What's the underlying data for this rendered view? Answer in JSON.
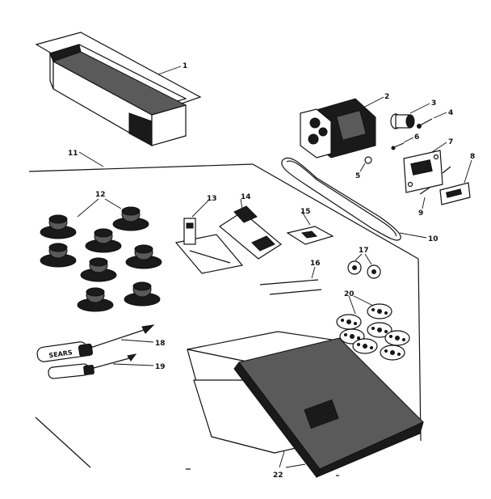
{
  "diagram": {
    "callouts": {
      "c1": "1",
      "c2": "2",
      "c3": "3",
      "c4": "4",
      "c5": "5",
      "c6": "6",
      "c7": "7",
      "c8": "8",
      "c9": "9",
      "c10": "10",
      "c11": "11",
      "c12": "12",
      "c13": "13",
      "c14": "14",
      "c15": "15",
      "c16": "16",
      "c17": "17",
      "c18": "18",
      "c19": "19",
      "c20": "20",
      "c22": "22"
    },
    "screwdriver_handle_text": "SEARS"
  }
}
